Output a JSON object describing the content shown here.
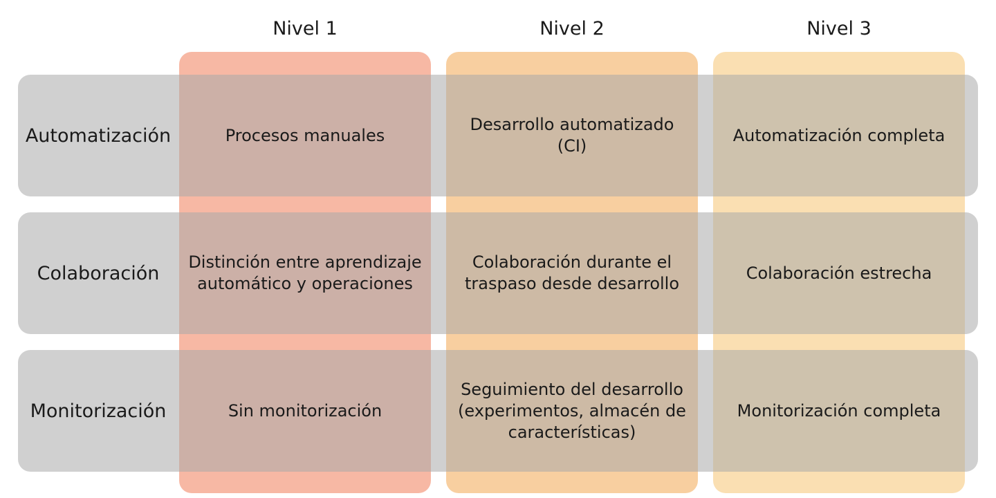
{
  "columns": [
    {
      "label": "Nivel 1",
      "color": "#f7b8a4"
    },
    {
      "label": "Nivel 2",
      "color": "#f8cfa0"
    },
    {
      "label": "Nivel 3",
      "color": "#fadfb2"
    }
  ],
  "row_band_color": "#c8c8c8",
  "rows": [
    {
      "label": "Automatización",
      "cells": [
        "Procesos manuales",
        "Desarrollo automatizado (CI)",
        "Automatización completa"
      ]
    },
    {
      "label": "Colaboración",
      "cells": [
        "Distinción entre aprendizaje automático y operaciones",
        "Colaboración durante el traspaso desde desarrollo",
        "Colaboración estrecha"
      ]
    },
    {
      "label": "Monitorización",
      "cells": [
        "Sin monitorización",
        "Seguimiento del desarrollo (experimentos, almacén de características)",
        "Monitorización completa"
      ]
    }
  ]
}
